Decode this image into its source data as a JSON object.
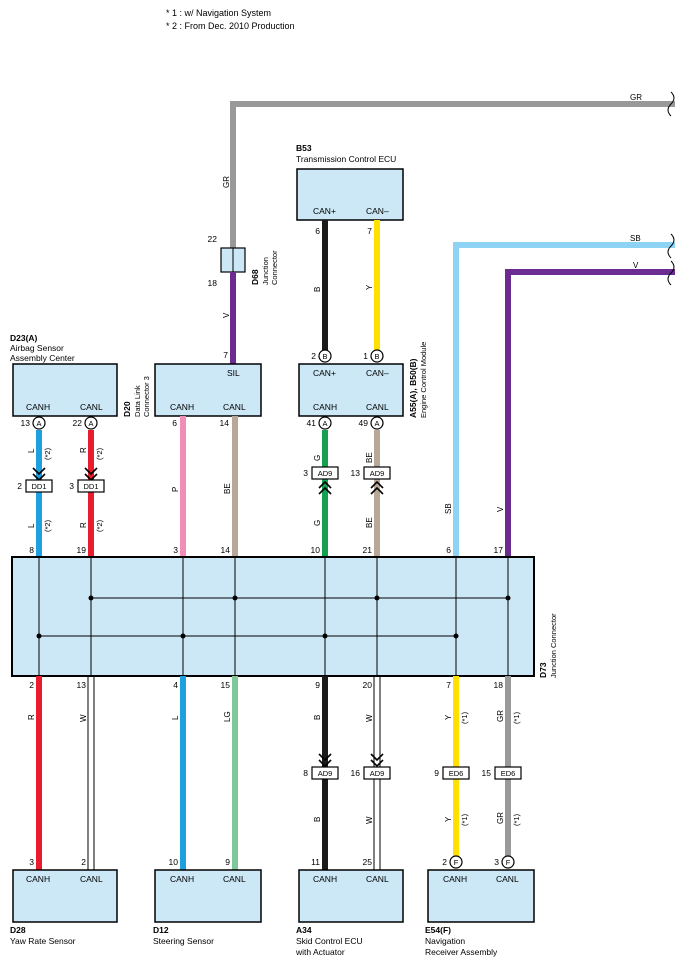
{
  "notes": [
    "* 1 : w/ Navigation System",
    "* 2 : From Dec.  2010 Production"
  ],
  "ecus": {
    "b53": {
      "code": "B53",
      "name": "Transmission Control ECU",
      "pin_a": "CAN+",
      "pin_b": "CAN–"
    },
    "d23": {
      "code": "D23(A)",
      "name1": "Airbag Sensor",
      "name2": "Assembly Center",
      "pin_a": "CANH",
      "pin_b": "CANL"
    },
    "d20": {
      "code": "D20",
      "name1": "Data Link",
      "name2": "Connector 3",
      "pin_top": "SIL",
      "pin_a": "CANH",
      "pin_b": "CANL"
    },
    "a55": {
      "code": "A55(A), B50(B)",
      "name": "Engine Control Module",
      "pin_ta": "CAN+",
      "pin_tb": "CAN–",
      "pin_a": "CANH",
      "pin_b": "CANL"
    },
    "d68": {
      "code": "D68",
      "name1": "Junction",
      "name2": "Connector"
    },
    "d73": {
      "code": "D73",
      "name": "Junction Connector"
    },
    "d28": {
      "code": "D28",
      "name": "Yaw Rate Sensor",
      "pin_a": "CANH",
      "pin_b": "CANL"
    },
    "d12": {
      "code": "D12",
      "name": "Steering Sensor",
      "pin_a": "CANH",
      "pin_b": "CANL"
    },
    "a34": {
      "code": "A34",
      "name1": "Skid Control ECU",
      "name2": "with Actuator",
      "pin_a": "CANH",
      "pin_b": "CANL"
    },
    "e54": {
      "code": "E54(F)",
      "name1": "Navigation",
      "name2": "Receiver Assembly",
      "pin_a": "CANH",
      "pin_b": "CANL"
    }
  },
  "wire_colors": {
    "gray": "#999999",
    "purple": "#6b2c91",
    "black": "#1a1a1a",
    "yellow": "#ffe000",
    "lightblue": "#8fd3f4",
    "blue": "#1ea0e0",
    "red": "#e81c2c",
    "pink": "#f28cb8",
    "tan": "#b8a898",
    "green": "#15a050",
    "lightgreen": "#7ec89a",
    "white": "#ffffff"
  },
  "wire_codes": {
    "gr": "GR",
    "v": "V",
    "b": "B",
    "y": "Y",
    "sb": "SB",
    "l": "L",
    "r": "R",
    "p": "P",
    "be": "BE",
    "g": "G",
    "w": "W",
    "lg": "LG"
  },
  "conditions": {
    "c1": "(*1)",
    "c2": "(*2)"
  },
  "connectors": {
    "a": "A",
    "b": "B",
    "f": "F",
    "dd1": "DD1",
    "ad9": "AD9",
    "ed6": "ED6"
  },
  "pins": {
    "p22": "22",
    "p18": "18",
    "p6": "6",
    "p7": "7",
    "p2": "2",
    "p1": "1",
    "p13": "13",
    "p3": "3",
    "p14": "14",
    "p41": "41",
    "p49": "49",
    "p8": "8",
    "p19": "19",
    "p10": "10",
    "p21": "21",
    "p17": "17",
    "p4": "4",
    "p15": "15",
    "p9": "9",
    "p20": "20",
    "p16": "16",
    "p11": "11",
    "p25": "25"
  }
}
